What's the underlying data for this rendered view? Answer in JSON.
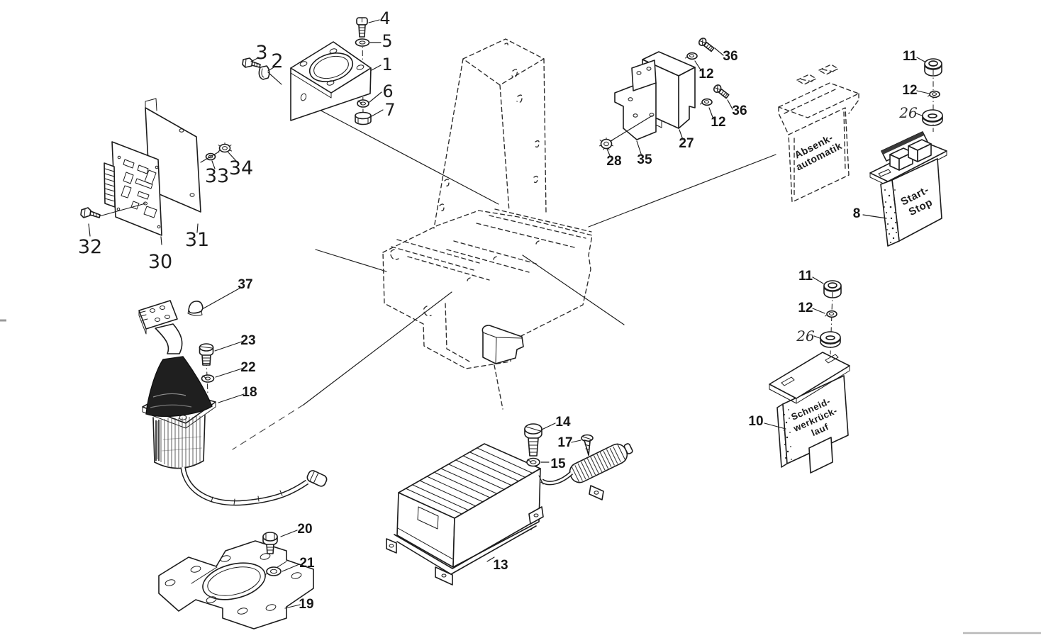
{
  "figure": {
    "type": "exploded-parts-diagram",
    "background": "#ffffff",
    "ink": "#1c1c1c",
    "faint_line": "#b8b8b8"
  },
  "callouts": {
    "n1": "1",
    "n2": "2",
    "n3": "3",
    "n4": "4",
    "n5": "5",
    "n6": "6",
    "n7": "7",
    "n8": "8",
    "n10": "10",
    "n11": "11",
    "n12": "12",
    "n13": "13",
    "n14": "14",
    "n15": "15",
    "n17": "17",
    "n18": "18",
    "n19": "19",
    "n20": "20",
    "n21": "21",
    "n22": "22",
    "n23": "23",
    "n26": "26",
    "n27": "27",
    "n28": "28",
    "n30": "30",
    "n31": "31",
    "n32": "32",
    "n33": "33",
    "n34": "34",
    "n35": "35",
    "n36": "36",
    "n37": "37"
  },
  "modules": {
    "absenkautomatik": {
      "line1": "Absenk-",
      "line2": "automatik"
    },
    "start_stop": {
      "line1": "Start-",
      "line2": "Stop"
    },
    "schneidwerkruecklauf": {
      "line1": "Schneid-",
      "line2": "werkrück-",
      "line3": "lauf"
    }
  }
}
